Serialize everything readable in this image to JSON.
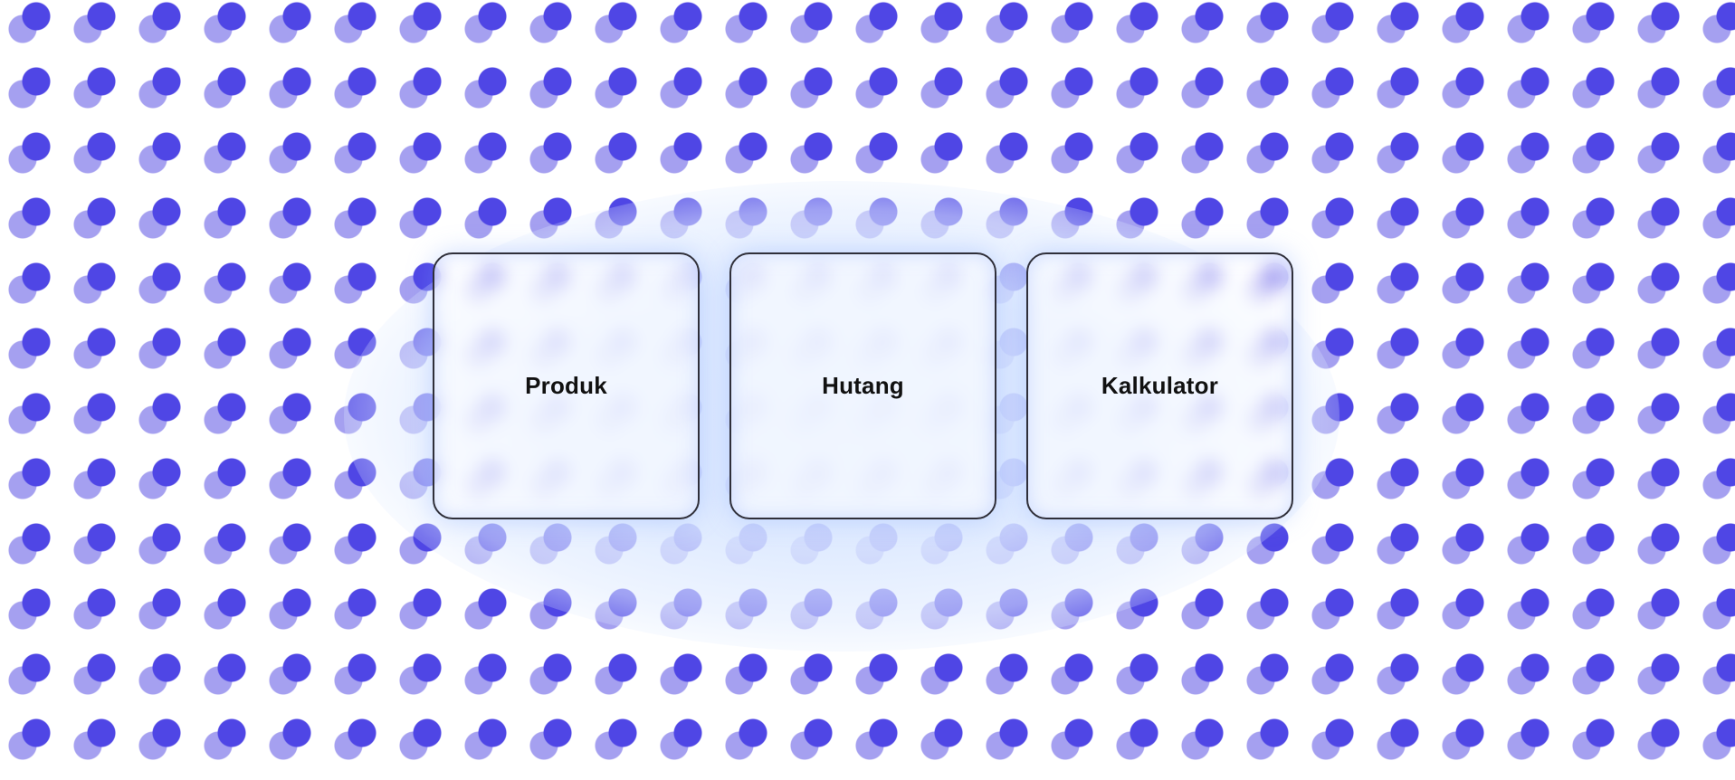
{
  "menu": {
    "cards": [
      {
        "label": "Produk"
      },
      {
        "label": "Hutang"
      },
      {
        "label": "Kalkulator"
      }
    ]
  },
  "colors": {
    "dot_primary": "#4f46e5",
    "dot_secondary": "#a5a0f0",
    "glow": "#dbe8ff",
    "card_border": "#2f2f3a",
    "label_text": "#111111"
  },
  "icons": {
    "background": "dot-pattern"
  }
}
